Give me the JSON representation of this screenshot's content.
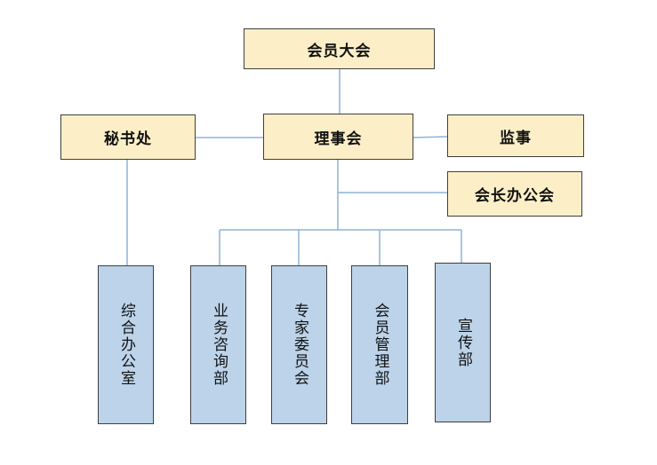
{
  "colors": {
    "line": "#8db3d9",
    "leadership_fill": "#fcefc7",
    "department_fill": "#bcd3ea",
    "border": "#3f3f3f"
  },
  "nodes": {
    "general_assembly": "会员大会",
    "council": "理事会",
    "secretariat": "秘书处",
    "supervisor": "监事",
    "presidents_office": "会长办公会"
  },
  "departments": [
    "综合办公室",
    "业务咨询部",
    "专家委员会",
    "会员管理部",
    "宣传部"
  ]
}
